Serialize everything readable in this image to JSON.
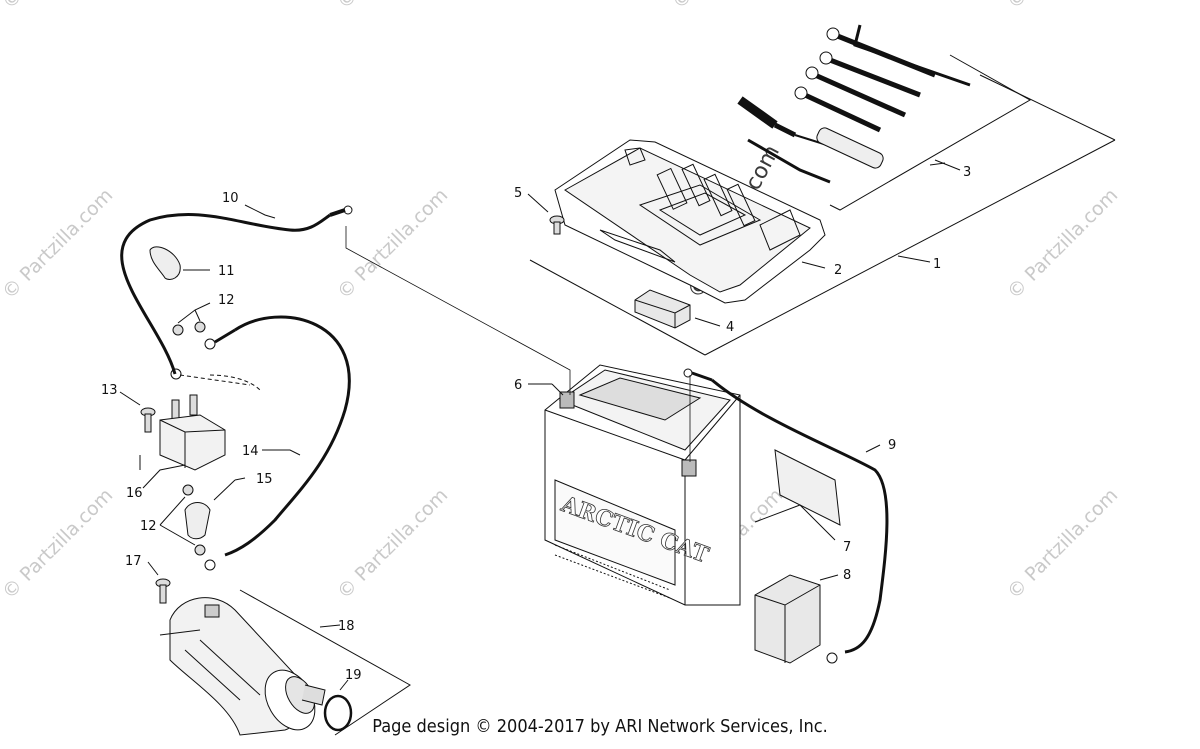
{
  "diagram": {
    "callouts": [
      "1",
      "2",
      "3",
      "4",
      "5",
      "6",
      "7",
      "8",
      "9",
      "10",
      "11",
      "12",
      "12",
      "13",
      "14",
      "15",
      "16",
      "17",
      "18",
      "19"
    ],
    "battery_brand": "ARCTIC CAT",
    "watermark_text": "© Partzilla.com",
    "center_watermark_text": "© Partzilla.com"
  },
  "footer": {
    "text": "Page design © 2004-2017 by ARI Network Services, Inc."
  }
}
